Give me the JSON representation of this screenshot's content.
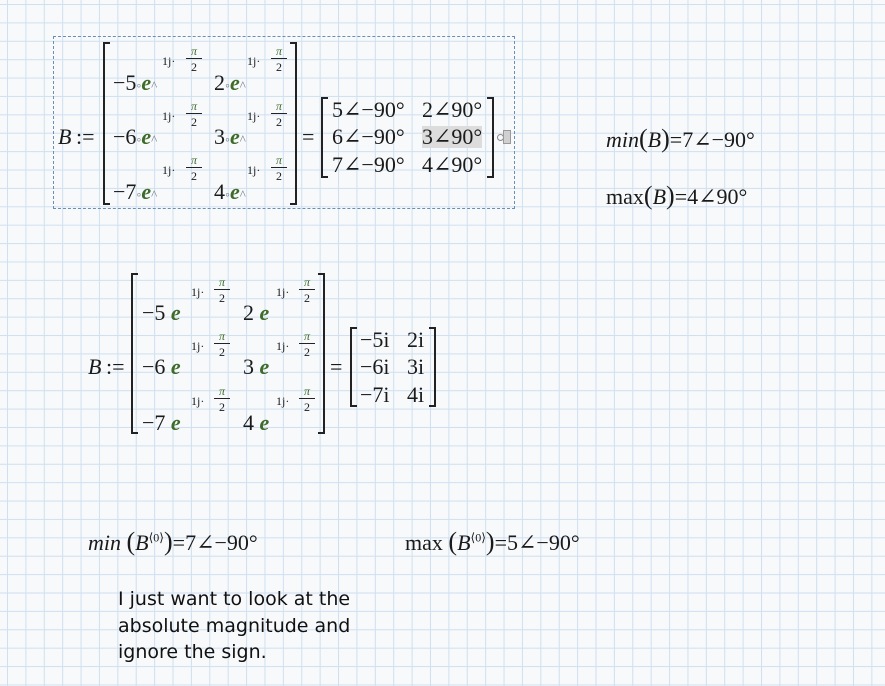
{
  "colors": {
    "grid": "#cfe0f0",
    "e_const": "#3e6b2a",
    "region_border": "#6b8eb5"
  },
  "region1": {
    "var": "B",
    "assign": ":=",
    "coeffs": [
      [
        "−5",
        "2"
      ],
      [
        "−6",
        "3"
      ],
      [
        "−7",
        "4"
      ]
    ],
    "e": "e",
    "exp_imag": "1j",
    "exp_dot": "·",
    "exp_num": "π",
    "exp_den": "2",
    "equals": "=",
    "result": [
      [
        "5∠−90°",
        "2∠90°"
      ],
      [
        "6∠−90°",
        "3∠90°"
      ],
      [
        "7∠−90°",
        "4∠90°"
      ]
    ]
  },
  "min1": {
    "fn": "min",
    "arg": "B",
    "value": "7∠−90°"
  },
  "max1": {
    "fn": "max",
    "arg": "B",
    "value": "4∠90°"
  },
  "region2": {
    "var": "B",
    "assign": ":=",
    "coeffs": [
      [
        "−5",
        "2"
      ],
      [
        "−6",
        "3"
      ],
      [
        "−7",
        "4"
      ]
    ],
    "e": "e",
    "exp_imag": "1j",
    "exp_dot": "·",
    "exp_num": "π",
    "exp_den": "2",
    "equals": "=",
    "result": [
      [
        "−5i",
        "2i"
      ],
      [
        "−6i",
        "3i"
      ],
      [
        "−7i",
        "4i"
      ]
    ]
  },
  "min2": {
    "fn": "min",
    "arg": "B",
    "sup": "⟨0⟩",
    "value": "7∠−90°"
  },
  "max2": {
    "fn": "max",
    "arg": "B",
    "sup": "⟨0⟩",
    "value": "5∠−90°"
  },
  "note": {
    "text": "I just want to look at the absolute magnitude and ignore the sign."
  }
}
